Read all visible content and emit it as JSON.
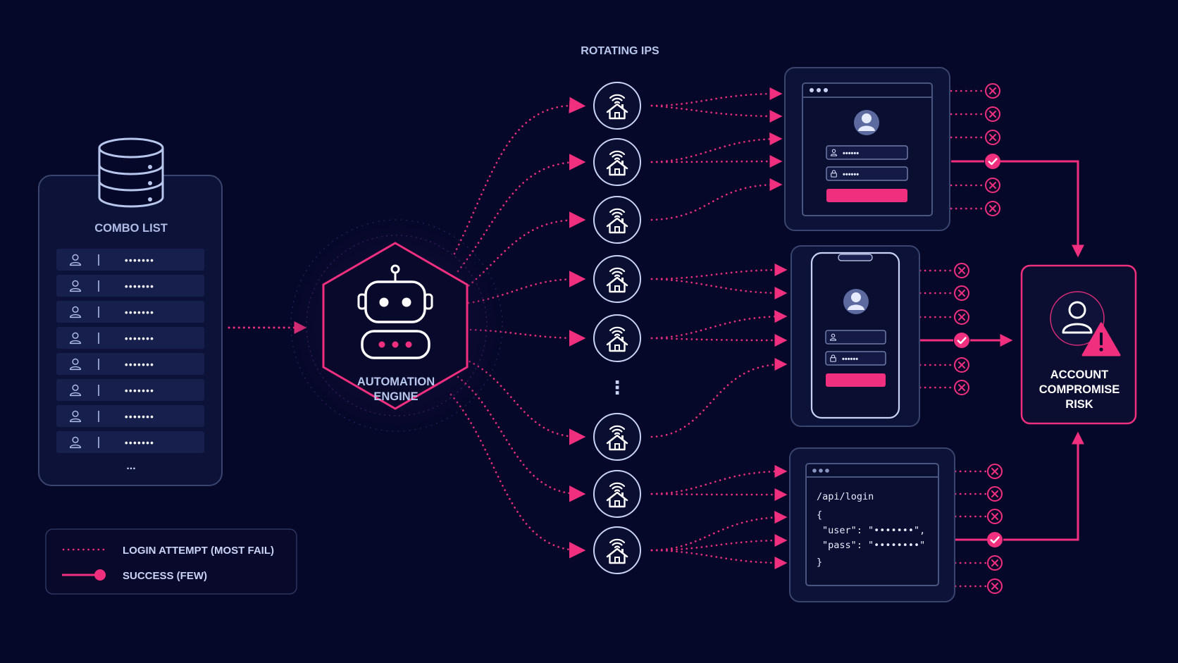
{
  "rotating_ips": {
    "title": "ROTATING IPS",
    "ellipsis": "⋮"
  },
  "combo_list": {
    "title": "COMBO LIST",
    "masked_password": "•••••••",
    "more": "..."
  },
  "engine": {
    "line1": "AUTOMATION",
    "line2": "ENGINE"
  },
  "web_form": {
    "username_masked": "••••••",
    "password_masked": "••••••"
  },
  "mobile_form": {
    "password_masked": "••••••"
  },
  "api": {
    "endpoint": "/api/login",
    "brace_open": "{",
    "user_line": "\"user\": \"•••••••\",",
    "pass_line": "\"pass\": \"••••••••\"",
    "brace_close": "}"
  },
  "risk": {
    "line1": "ACCOUNT",
    "line2": "COMPROMISE",
    "line3": "RISK"
  },
  "legend": {
    "attempt_label": "LOGIN ATTEMPT (MOST FAIL)",
    "success_label": "SUCCESS (FEW)"
  },
  "colors": {
    "background": "#06082a",
    "accent_pink": "#f0307f",
    "text_blue": "#b7c6ec",
    "panel_stroke": "#3b4672",
    "panel_fill": "#0b1038"
  },
  "icons": {
    "database": "database-icon",
    "user": "user-icon",
    "robot": "robot-icon",
    "router_home": "home-wifi-icon",
    "success": "check-circle-icon",
    "fail": "x-circle-icon",
    "warning": "warning-icon",
    "lock": "lock-icon"
  }
}
